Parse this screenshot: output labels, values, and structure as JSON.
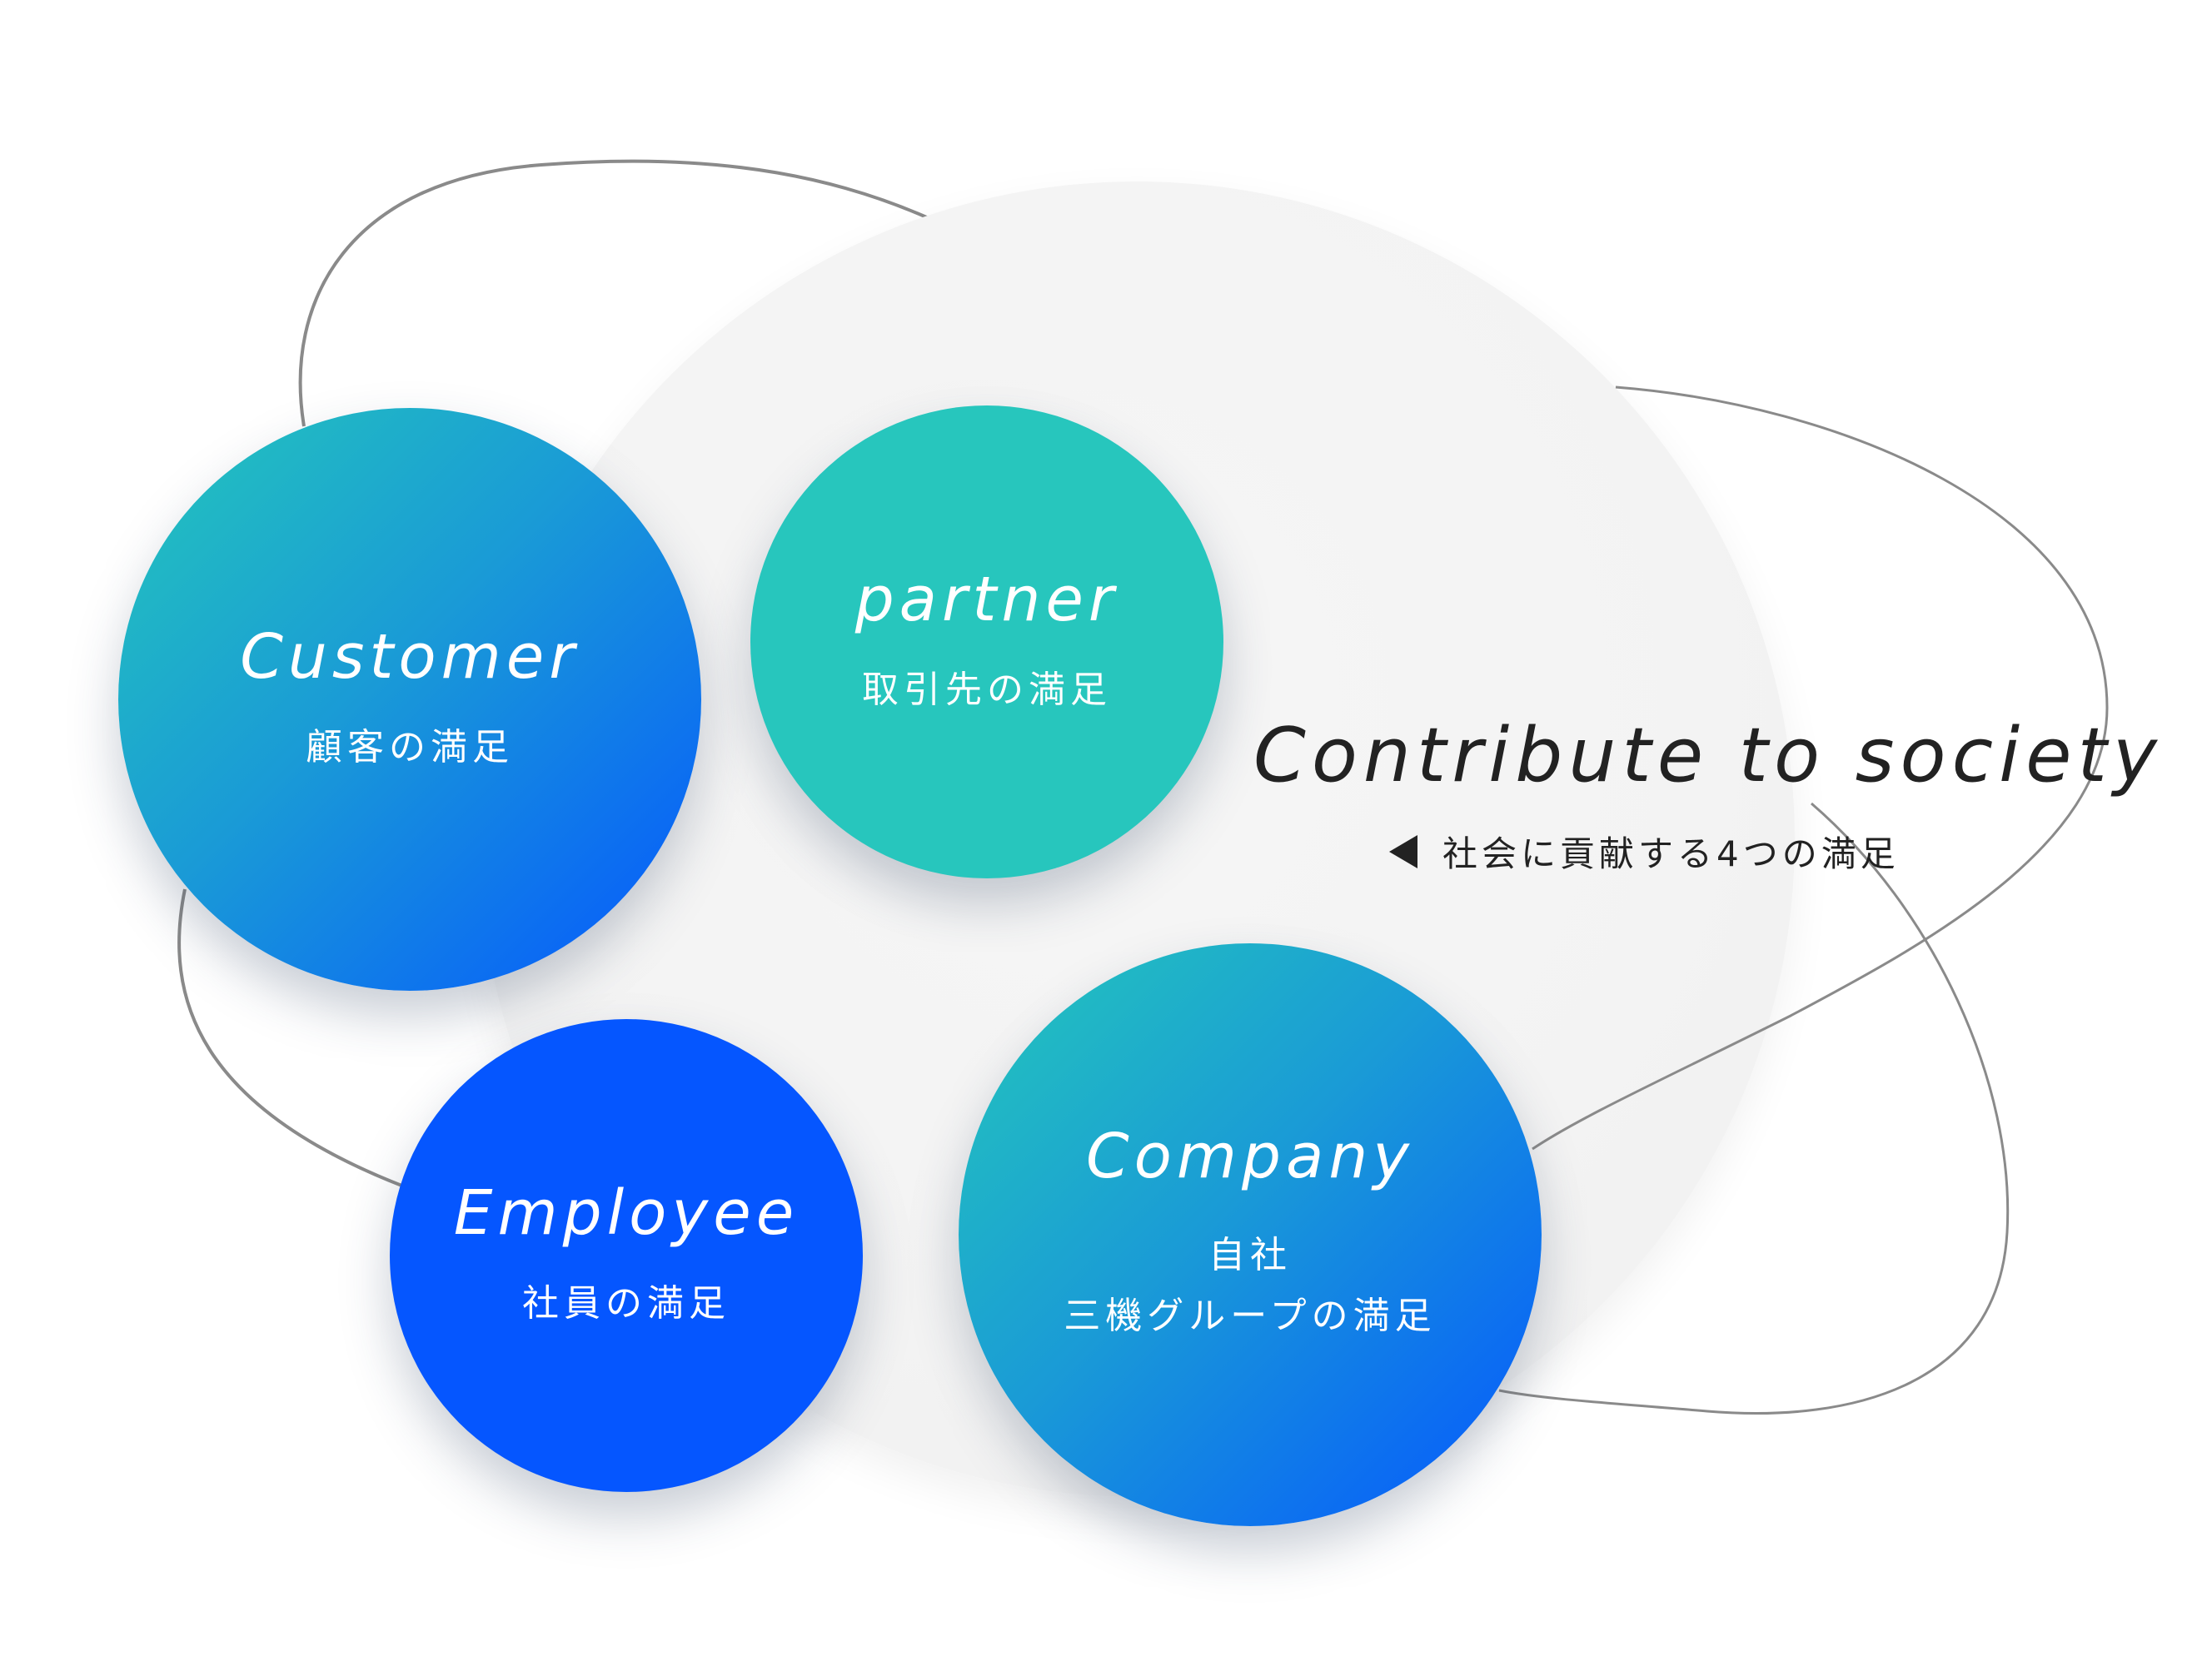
{
  "nodes": {
    "customer": {
      "en": "Customer",
      "jp": "顧客の満足"
    },
    "partner": {
      "en": "partner",
      "jp": "取引先の満足"
    },
    "employee": {
      "en": "Employee",
      "jp": "社員の満足"
    },
    "company": {
      "en": "Company",
      "jp_line1": "自社",
      "jp_line2": "三機グループの満足"
    }
  },
  "center": {
    "title": "Contribute to society",
    "subtitle": "社会に貢献する4つの満足"
  },
  "colors": {
    "teal": "#27c6bd",
    "blue": "#0556ff",
    "gradient_start": "#24c7bb",
    "gradient_end": "#0556ff",
    "orbit_line": "#8a8a8a",
    "text_dark": "#222222",
    "disc": "#f3f3f3"
  },
  "icons": {
    "pointer": "left-triangle-arrow-icon"
  }
}
